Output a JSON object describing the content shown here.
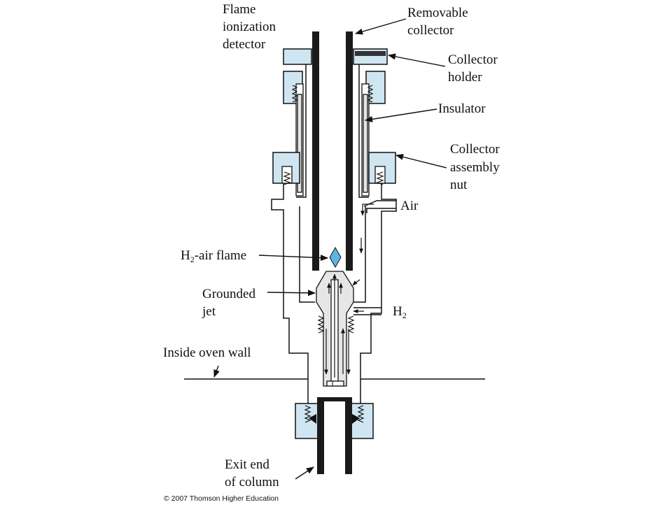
{
  "labels": {
    "flame_ionization_detector": [
      "Flame",
      "ionization",
      "detector"
    ],
    "removable_collector": [
      "Removable",
      "collector"
    ],
    "collector_holder": [
      "Collector",
      "holder"
    ],
    "insulator": "Insulator",
    "collector_assembly_nut": [
      "Collector",
      "assembly",
      "nut"
    ],
    "air": "Air",
    "h2_air_flame_prefix": "H",
    "h2_air_flame_sub": "2",
    "h2_air_flame_suffix": "-air flame",
    "grounded_jet": [
      "Grounded",
      "jet"
    ],
    "h2_prefix": "H",
    "h2_sub": "2",
    "inside_oven_wall": "Inside oven wall",
    "exit_end_of_column": [
      "Exit end",
      "of column"
    ]
  },
  "copyright": "© 2007 Thomson Higher Education",
  "colors": {
    "part_fill": "#cfe6f2",
    "flame_fill": "#5fb3e4",
    "jet_fill": "#e6e6e6",
    "tube_fill": "#1a1a1a"
  }
}
